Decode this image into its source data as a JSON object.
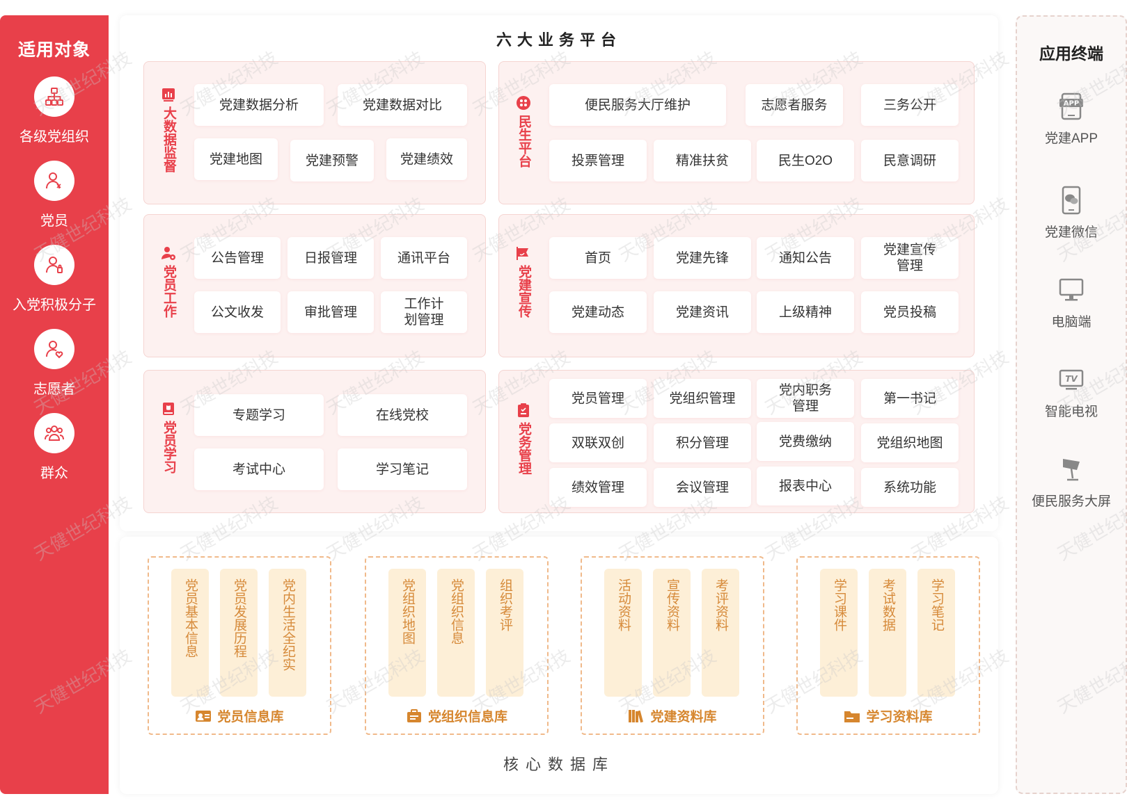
{
  "audience": {
    "title": "适用对象",
    "items": [
      {
        "label": "各级党组织",
        "icon": "org-chart-icon"
      },
      {
        "label": "党员",
        "icon": "party-member-icon"
      },
      {
        "label": "入党积极分子",
        "icon": "activist-icon"
      },
      {
        "label": "志愿者",
        "icon": "volunteer-icon"
      },
      {
        "label": "群众",
        "icon": "group-icon"
      }
    ]
  },
  "platform": {
    "title": "六大业务平台",
    "blocks": {
      "bigdata": {
        "label": "大数据监督",
        "items": [
          "党建数据分析",
          "党建数据对比",
          "党建地图",
          "党建预警",
          "党建绩效"
        ]
      },
      "minsheng": {
        "label": "民生平台",
        "items": [
          "便民服务大厅维护",
          "志愿者服务",
          "三务公开",
          "投票管理",
          "精准扶贫",
          "民生O2O",
          "民意调研"
        ]
      },
      "work": {
        "label": "党员工作",
        "items": [
          "公告管理",
          "日报管理",
          "通讯平台",
          "公文收发",
          "审批管理",
          "工作计划管理"
        ]
      },
      "propaganda": {
        "label": "党建宣传",
        "items": [
          "首页",
          "党建先锋",
          "通知公告",
          "党建宣传管理",
          "党建动态",
          "党建资讯",
          "上级精神",
          "党员投稿"
        ]
      },
      "study": {
        "label": "党员学习",
        "items": [
          "专题学习",
          "在线党校",
          "考试中心",
          "学习笔记"
        ]
      },
      "affairs": {
        "label": "党务管理",
        "items": [
          "党员管理",
          "党组织管理",
          "党内职务管理",
          "第一书记",
          "双联双创",
          "积分管理",
          "党费缴纳",
          "党组织地图",
          "绩效管理",
          "会议管理",
          "报表中心",
          "系统功能"
        ]
      }
    }
  },
  "core": {
    "title": "核心数据库",
    "dbs": [
      {
        "name": "党员信息库",
        "cols": [
          "党员基本信息",
          "党员发展历程",
          "党内生活全纪实"
        ]
      },
      {
        "name": "党组织信息库",
        "cols": [
          "党组织地图",
          "党组织信息",
          "组织考评"
        ]
      },
      {
        "name": "党建资料库",
        "cols": [
          "活动资料",
          "宣传资料",
          "考评资料"
        ]
      },
      {
        "name": "学习资料库",
        "cols": [
          "学习课件",
          "考试数据",
          "学习笔记"
        ]
      }
    ]
  },
  "terminals": {
    "title": "应用终端",
    "items": [
      {
        "label": "党建APP",
        "icon": "app-icon"
      },
      {
        "label": "党建微信",
        "icon": "wechat-icon"
      },
      {
        "label": "电脑端",
        "icon": "desktop-icon"
      },
      {
        "label": "智能电视",
        "icon": "tv-icon"
      },
      {
        "label": "便民服务大屏",
        "icon": "kiosk-icon"
      }
    ]
  },
  "watermark": "天健世纪科技",
  "colors": {
    "primary": "#e8404a",
    "block_bg": "#fdf1f0",
    "db_col": "#fdefd7",
    "db_text": "#d68a3a"
  }
}
